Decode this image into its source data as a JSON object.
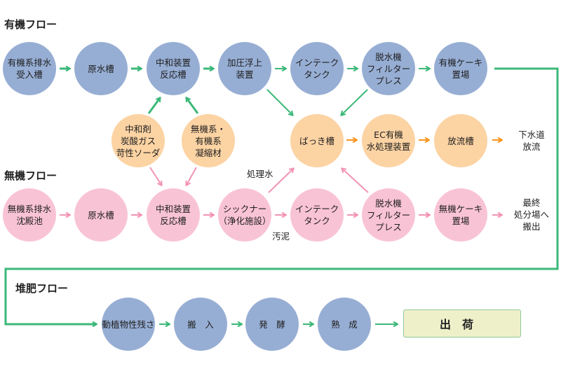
{
  "sections": {
    "organic": "有機フロー",
    "inorganic": "無機フロー",
    "compost": "堆肥フロー"
  },
  "organic_row": [
    "有機系排水\n受入槽",
    "原水槽",
    "中和装置\n反応槽",
    "加圧浮上\n装置",
    "インテーク\nタンク",
    "脱水機\nフィルター\nプレス",
    "有機ケーキ\n置場"
  ],
  "chemical_nodes": [
    "中和剤\n炭酸ガス\n苛性ソーダ",
    "無機系・\n有機系\n凝縮材"
  ],
  "water_row": [
    "ばっき槽",
    "EC有機\n水処理装置",
    "放流槽"
  ],
  "inorganic_row": [
    "無機系排水\n沈殿池",
    "原水槽",
    "中和装置\n反応槽",
    "シックナー\n（浄化施設）",
    "インテーク\nタンク",
    "脱水機\nフィルター\nプレス",
    "無機ケーキ\n置場"
  ],
  "compost_row": [
    "動植物性残さ",
    "搬　入",
    "発　酵",
    "熟　成"
  ],
  "labels": {
    "sewer": "下水道\n放流",
    "final": "最終\n処分場へ\n搬出",
    "treated_water": "処理水",
    "sludge": "汚泥",
    "shipment": "出荷"
  },
  "colors": {
    "organic_node": "#97aed4",
    "chemical_node": "#fcd3a3",
    "inorganic_node": "#f9c3d6",
    "green_arrow": "#3cb878",
    "orange_arrow": "#f7941d",
    "pink_arrow": "#f294b4",
    "ship_box_fill": "#eef0c9",
    "ship_box_border": "#8fc89a"
  }
}
